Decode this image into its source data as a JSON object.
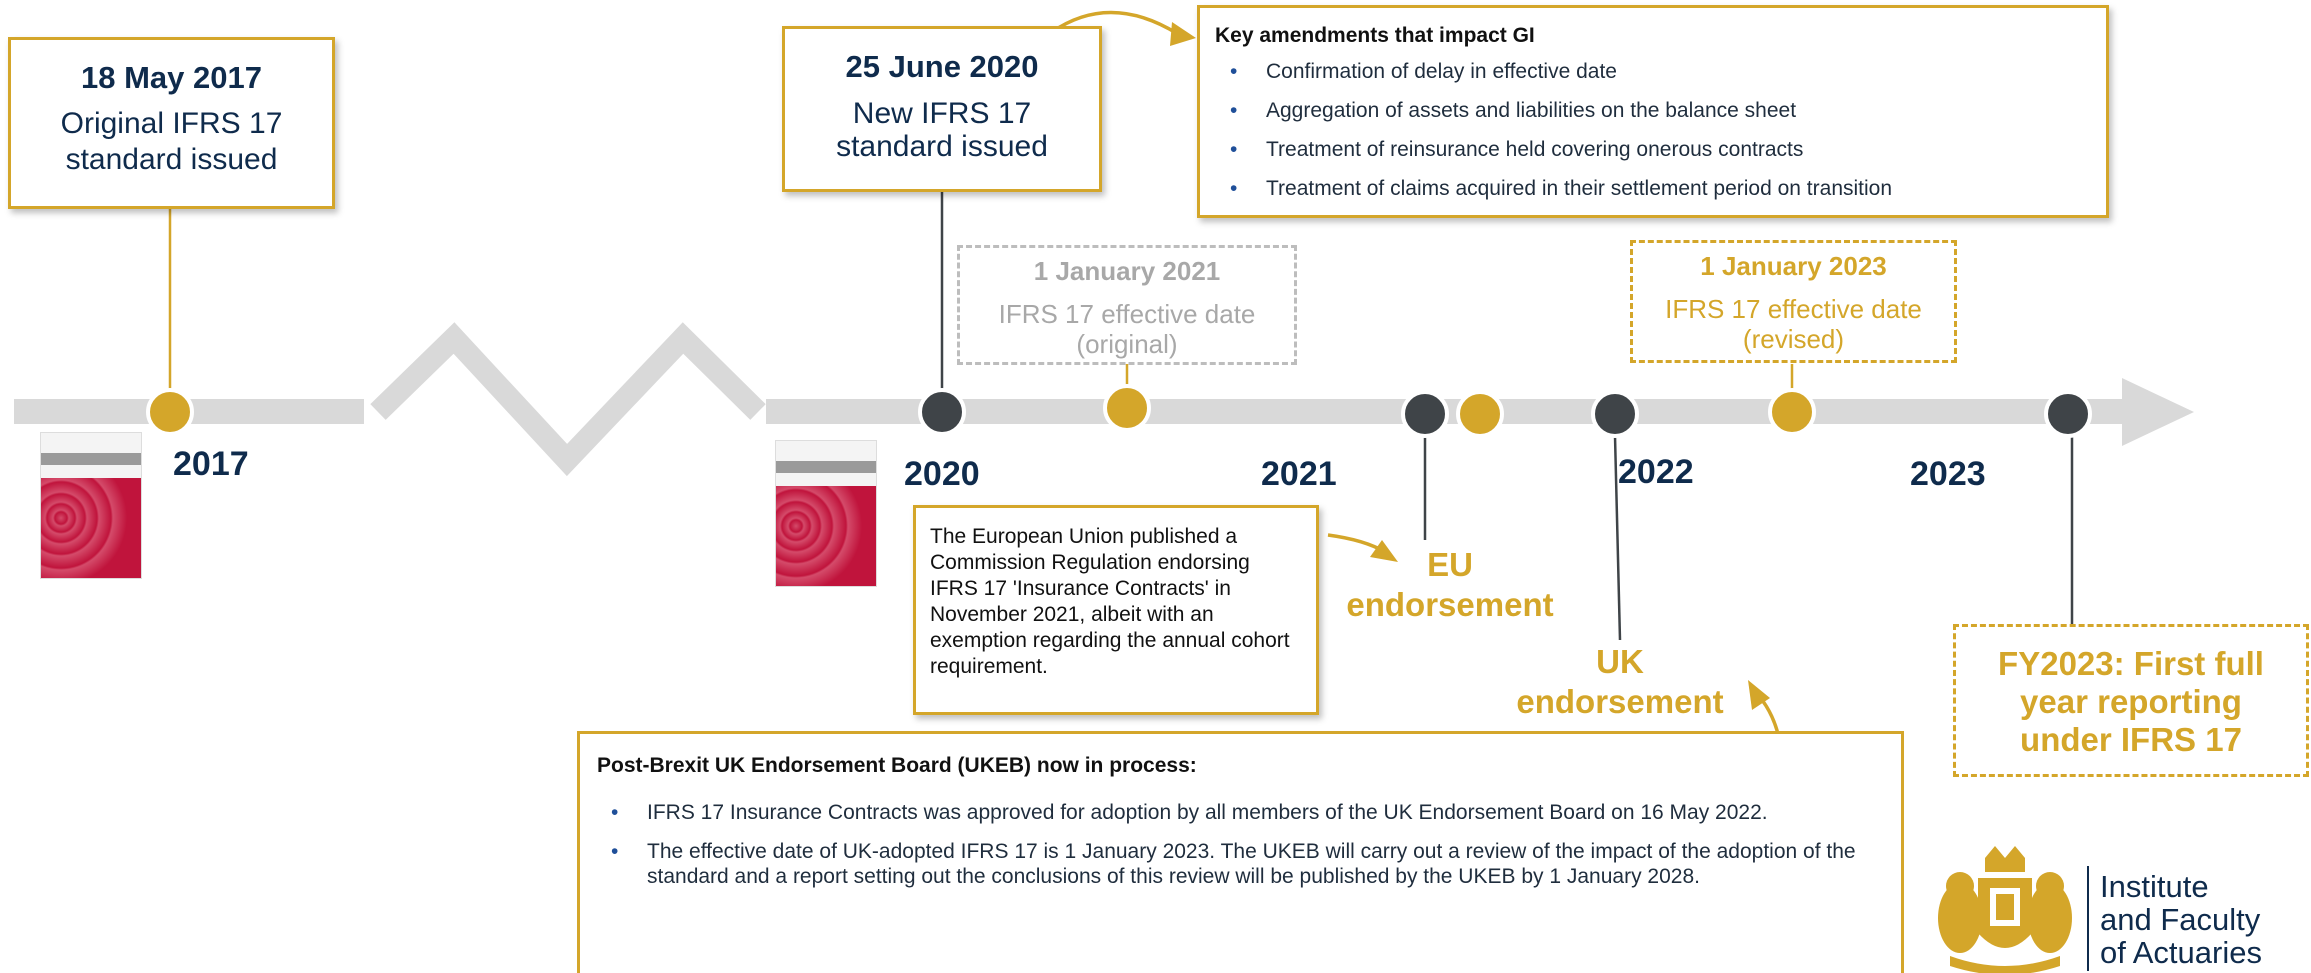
{
  "box_2017": {
    "date": "18 May 2017",
    "text": "Original IFRS 17 standard issued"
  },
  "box_2020": {
    "date": "25 June 2020",
    "text": "New IFRS 17 standard issued"
  },
  "amendments": {
    "title": "Key amendments that impact GI",
    "items": [
      "Confirmation of delay in effective date",
      "Aggregation of assets and liabilities on the balance sheet",
      "Treatment of reinsurance held covering onerous contracts",
      "Treatment of claims acquired in their settlement period on transition"
    ]
  },
  "eff_original": {
    "date": "1 January 2021",
    "text": "IFRS 17 effective date (original)"
  },
  "eff_revised": {
    "date": "1 January 2023",
    "text": "IFRS 17 effective date (revised)"
  },
  "years": [
    "2017",
    "2020",
    "2021",
    "2022",
    "2023"
  ],
  "eu_box": {
    "text": "The European Union published a Commission Regulation endorsing IFRS 17 'Insurance Contracts' in November 2021, albeit with an exemption regarding the annual cohort requirement."
  },
  "eu_label": "EU endorsement",
  "uk_label": "UK endorsement",
  "fy_label": "FY2023: First full year reporting under IFRS 17",
  "ukeb": {
    "title": "Post-Brexit UK Endorsement Board  (UKEB) now in process:",
    "items": [
      "IFRS 17 Insurance Contracts was approved for adoption by all members of the UK Endorsement Board on 16 May 2022.",
      "The effective date of UK-adopted IFRS 17 is 1 January 2023. The UKEB will carry out a review of the impact of the adoption of the standard and a report setting out the conclusions of this review will be published by the UKEB by 1 January 2028."
    ]
  },
  "logo": {
    "line1": "Institute",
    "line2": "and Faculty",
    "line3": "of Actuaries"
  },
  "colors": {
    "gold": "#d4a62a",
    "navy": "#0f2b4c",
    "dark_dot": "#3f4448",
    "track": "#d9d9d9",
    "dash_grey": "#bdbdbd"
  }
}
